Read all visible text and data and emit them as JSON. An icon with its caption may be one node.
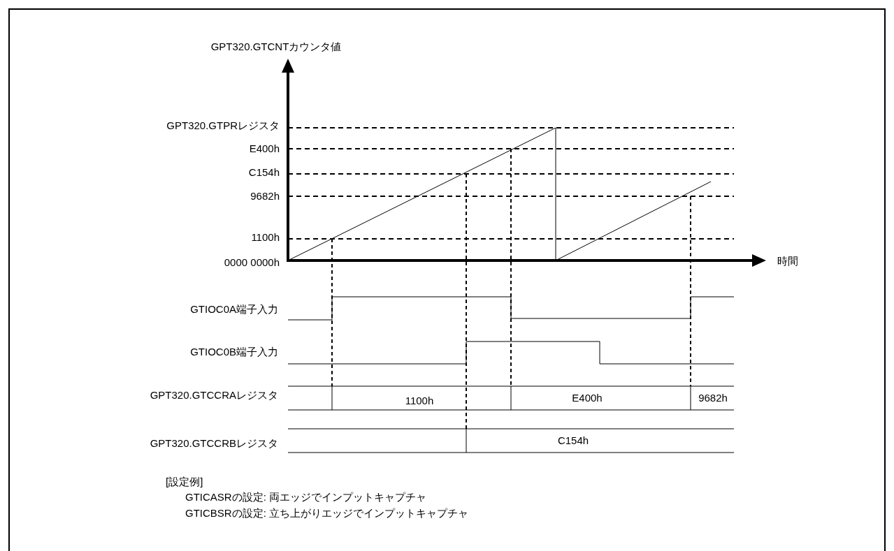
{
  "diagram": {
    "labels": [
      "GPT320.GTCNTカウンタ値",
      "GPT320.GTPRレジスタ",
      "E400h",
      "C154h",
      "9682h",
      "1100h",
      "0000 0000h",
      "時間",
      "GTIOC0A端子入力",
      "GTIOC0B端子入力",
      "GPT320.GTCCRAレジスタ",
      "1100h",
      "E400h",
      "9682h",
      "GPT320.GTCCRBレジスタ",
      "C154h",
      "[設定例]",
      "GTICASRの設定: 両エッジでインプットキャプチャ",
      "GTICBSRの設定: 立ち上がりエッジでインプットキャプチャ"
    ]
  }
}
